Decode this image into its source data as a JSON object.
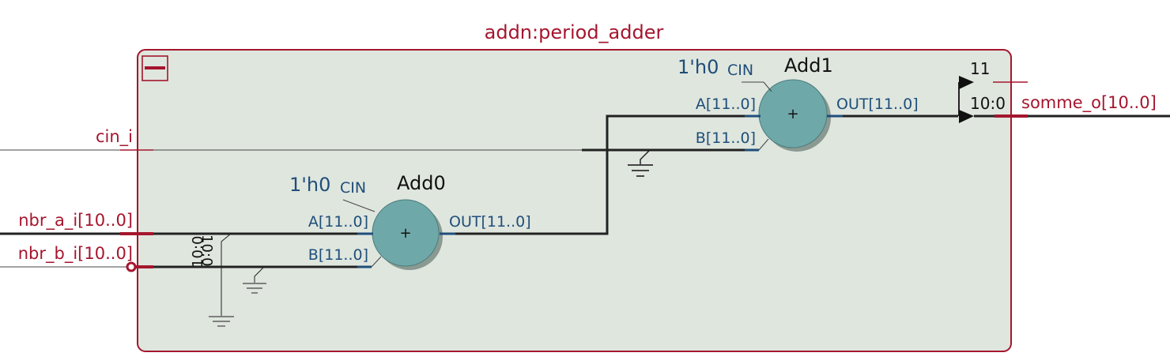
{
  "module": {
    "title": "addn:period_adder"
  },
  "inputs": {
    "cin": "cin_i",
    "nbr_a": "nbr_a_i[10..0]",
    "nbr_b": "nbr_b_i[10..0]"
  },
  "output": {
    "name": "somme_o[10..0]"
  },
  "bus_slices": {
    "a": "10:0",
    "b": "10:0",
    "out": "10:0",
    "msb": "11"
  },
  "add0": {
    "name": "Add0",
    "cin_const": "1'h0",
    "cin_label": "CIN",
    "in_a": "A[11..0]",
    "in_b": "B[11..0]",
    "out": "OUT[11..0]",
    "symbol": "+"
  },
  "add1": {
    "name": "Add1",
    "cin_const": "1'h0",
    "cin_label": "CIN",
    "in_a": "A[11..0]",
    "in_b": "B[11..0]",
    "out": "OUT[11..0]",
    "symbol": "+"
  },
  "colors": {
    "module_border": "#a5162e",
    "module_fill": "#dfe6de",
    "adder_fill": "#6fa8a8",
    "port_label": "#a5162e",
    "pin_label": "#1f4e79",
    "wire": "#222222"
  }
}
